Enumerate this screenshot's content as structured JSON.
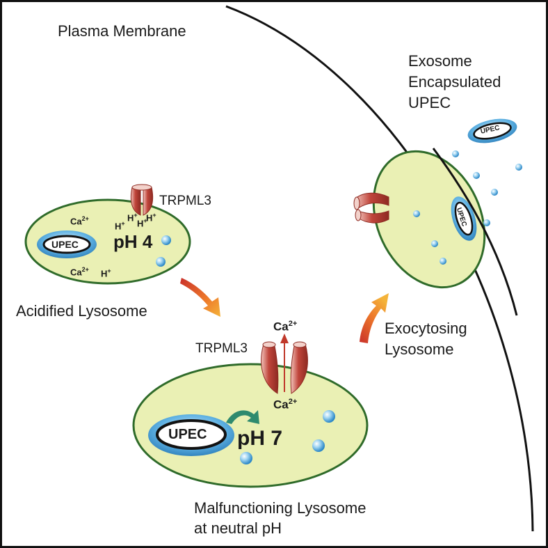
{
  "labels": {
    "plasma_membrane": "Plasma Membrane",
    "exosome_title": [
      "Exosome",
      "Encapsulated",
      "UPEC"
    ],
    "trpml3_top": "TRPML3",
    "trpml3_bottom": "TRPML3",
    "acidified_lysosome": "Acidified Lysosome",
    "exocytosing_lysosome": [
      "Exocytosing",
      "Lysosome"
    ],
    "malfunctioning_lysosome": [
      "Malfunctioning Lysosome",
      "at neutral pH"
    ]
  },
  "acidified": {
    "ph": "pH 4",
    "upec": "UPEC",
    "ca_top": "Ca",
    "ca_bottom": "Ca",
    "ca_sup": "2+",
    "h": "H",
    "h_sup": "+"
  },
  "malfunctioning": {
    "ph": "pH 7",
    "upec": "UPEC",
    "ca_out": "Ca",
    "ca_in": "Ca",
    "ca_sup": "2+"
  },
  "exocytosing": {
    "upec": "UPEC"
  },
  "exosome": {
    "upec": "UPEC"
  },
  "colors": {
    "lysosome_fill": "#eaf0b4",
    "lysosome_stroke": "#2f6b2a",
    "channel": "#c0453b",
    "upec_blue": "#3b9bd8",
    "arrow_orange": "#e8622a",
    "arrow_green": "#2e8a6e",
    "membrane": "#111111"
  }
}
